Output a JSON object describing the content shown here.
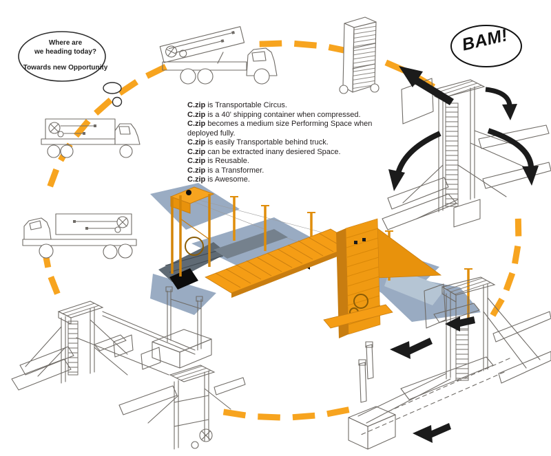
{
  "thought_bubble": {
    "lines": [
      "Where are",
      "we heading today?",
      "Towards new Opportunity"
    ]
  },
  "bam_bubble": {
    "text": "BAM!"
  },
  "description": {
    "lines": [
      {
        "bold": "C.zip",
        "rest": " is Transportable Circus."
      },
      {
        "bold": "C.zip",
        "rest": " is a 40' shipping container when compressed."
      },
      {
        "bold": "C.zip",
        "rest": " becomes a medium size Performing Space when deployed fully."
      },
      {
        "bold": "C.zip",
        "rest": " is easily Transportable behind truck."
      },
      {
        "bold": "C.zip",
        "rest": " can be extracted inany desiered Space."
      },
      {
        "bold": "C.zip",
        "rest": " is Reusable."
      },
      {
        "bold": "C.zip",
        "rest": " is a Transformer."
      },
      {
        "bold": "C.zip",
        "rest": " is Awesome."
      }
    ]
  },
  "figures": {
    "cycle": "dashed-orange-cycle",
    "stage_1": "dump-truck-unloading-container",
    "stage_2": "flatbed-truck-transporting-container",
    "stage_3": "flatbed-truck-leaving",
    "stage_4": "container-standing-upright",
    "stage_5": "tower-unfolding-sketch",
    "stage_6": "structure-extraction-sketch",
    "stage_7": "structure-fully-deployed-sketch",
    "center": "orange-render-deployed-circus"
  },
  "colors": {
    "dash_orange": "#F7A41F",
    "render_orange": "#F59D15",
    "render_orange_dark": "#C87D10",
    "shadow_blue": "#8FA3BC",
    "sketch_stroke": "#6F6B66",
    "arrow_black": "#1B1B1B"
  }
}
